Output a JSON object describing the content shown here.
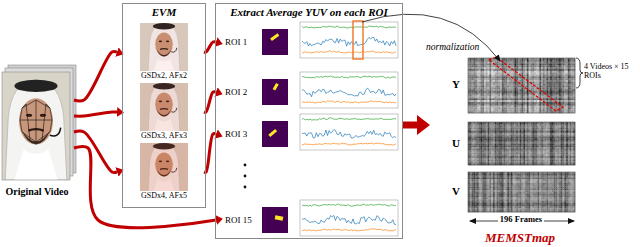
{
  "diagram": {
    "nodes": [
      {
        "text": [
          "Original Video"
        ]
      },
      {
        "text": [
          "EVM"
        ]
      },
      {
        "text": [
          "GSDx2, AFx2"
        ],
        "in": 1
      },
      {
        "text": [
          "GSDx3, AFx3"
        ],
        "in": 1
      },
      {
        "text": [
          "GSDx4, AFx5"
        ],
        "in": 1
      },
      {
        "text": [
          "Extract Average YUV on each ROI"
        ]
      },
      {
        "text": [
          "ROI 1"
        ],
        "in": 5
      },
      {
        "text": [
          "ROI 2"
        ],
        "in": 5
      },
      {
        "text": [
          "ROI 3"
        ],
        "in": 5
      },
      {
        "text": [
          "ROI 15"
        ],
        "in": 5
      },
      {
        "text": [
          "MEMSTmap"
        ]
      }
    ],
    "edges": [
      {
        "from": 0,
        "to": 2,
        "arrow": "to"
      },
      {
        "from": 0,
        "to": 3,
        "arrow": "to"
      },
      {
        "from": 0,
        "to": 4,
        "arrow": "to"
      },
      {
        "from": 0,
        "to": 9,
        "arrow": "to"
      },
      {
        "from": 2,
        "to": 6,
        "arrow": "to"
      },
      {
        "from": 3,
        "to": 7,
        "arrow": "to"
      },
      {
        "from": 4,
        "to": 8,
        "arrow": "to"
      },
      {
        "from": 5,
        "to": 10,
        "arrow": "to"
      }
    ],
    "labels": [
      "normalization",
      "Y",
      "U",
      "V",
      "4 Videos × 15 ROIs",
      "196 Frames"
    ]
  }
}
